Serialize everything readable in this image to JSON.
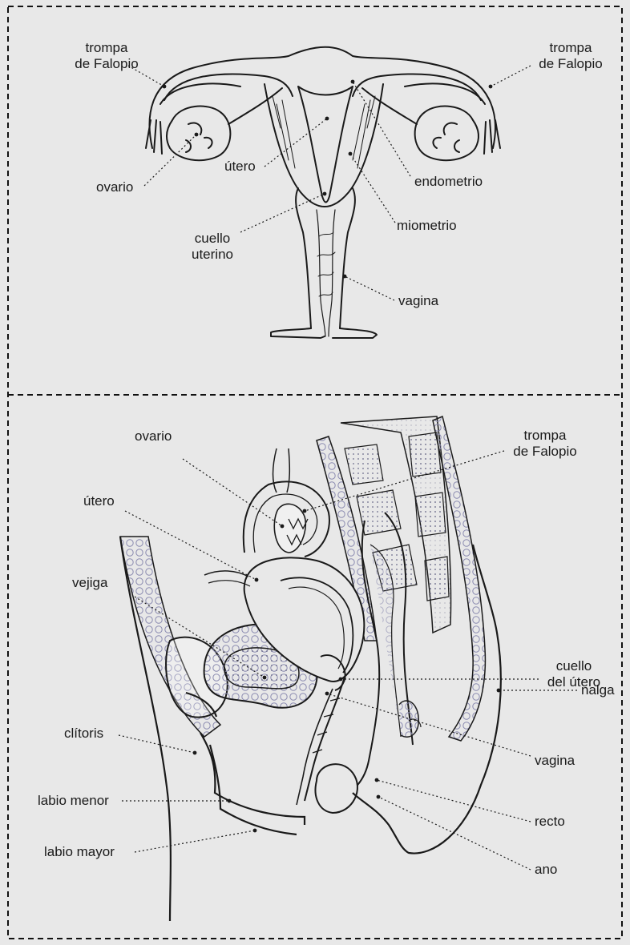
{
  "top": {
    "labels": {
      "tube_left": "trompa\nde Falopio",
      "tube_right": "trompa\nde Falopio",
      "ovary": "ovario",
      "uterus": "útero",
      "endometrium": "endometrio",
      "cervix": "cuello\nuterino",
      "myometrium": "miometrio",
      "vagina": "vagina"
    }
  },
  "bottom": {
    "labels": {
      "ovary": "ovario",
      "tube": "trompa\nde Falopio",
      "uterus": "útero",
      "bladder": "vejiga",
      "cervix": "cuello\ndel útero",
      "buttock": "nalga",
      "clitoris": "clítoris",
      "vagina": "vagina",
      "labia_minora": "labio menor",
      "rectum": "recto",
      "labia_majora": "labio mayor",
      "anus": "ano"
    }
  },
  "colors": {
    "background": "#e8e8e8",
    "ink": "#1a1a1a",
    "tissue_pattern": "#8a8ab0"
  }
}
